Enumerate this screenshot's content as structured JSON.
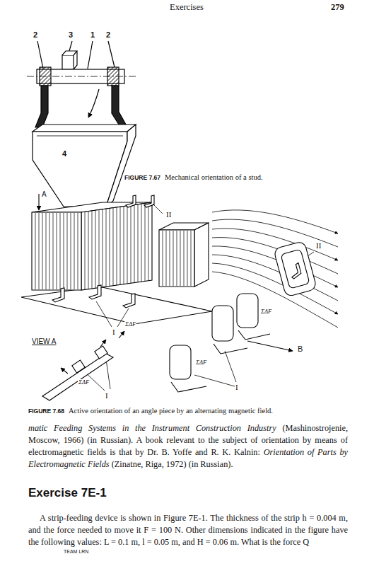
{
  "diagram": {
    "labels": [
      "Exercises",
      "279",
      "2",
      "3",
      "1",
      "2",
      "4",
      "FIGURE 7.67",
      "Mechanical orientation of a stud.",
      "A",
      "II",
      "II",
      "I",
      "ΣΔF",
      "ΣΔF",
      "B",
      "VIEW A",
      "ΣΔF",
      "ΣΔF",
      "I",
      "I",
      "FIGURE 7.68",
      "Active orientation of an angle piece by an alternating magnetic field.",
      "matic Feeding Systems in the Instrument Construction Industry",
      " (Mashinostrojenie, Moscow, 1966) (in Russian). A book relevant to the subject of orientation by means of electromagnetic fields is that by Dr. B. Yoffe and R. K. Kalnin: ",
      "Orientation of Parts by Electromagnetic Fields",
      " (Zinatne, Riga, 1972) (in Russian).",
      "Exercise 7E-1",
      "A strip-feeding device is shown in Figure 7E-1. The thickness of the strip h = 0.004 m, and the force needed to move it F = 100 N. Other dimensions indicated in the figure have the following values: L = 0.1 m, l = 0.05 m, and H = 0.06 m. What is the force Q",
      "TEAM LRN"
    ]
  }
}
